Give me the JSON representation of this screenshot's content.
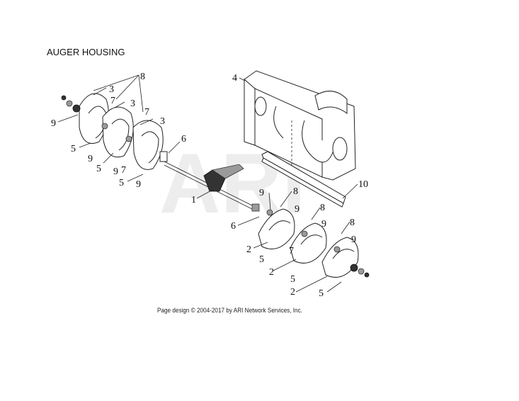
{
  "page": {
    "title": "AUGER HOUSING",
    "copyright": "Page design © 2004-2017 by ARI Network Services, Inc.",
    "watermark": "ARI"
  },
  "callouts": {
    "c1": "1",
    "c2a": "2",
    "c2b": "2",
    "c2c": "2",
    "c3a": "3",
    "c3b": "3",
    "c3c": "3",
    "c4": "4",
    "c5a": "5",
    "c5b": "5",
    "c5c": "5",
    "c5d": "5",
    "c5e": "5",
    "c5f": "5",
    "c6a": "6",
    "c6b": "6",
    "c7a": "7",
    "c7b": "7",
    "c7c": "7",
    "c7d": "7",
    "c8a": "8",
    "c8b": "8",
    "c8c": "8",
    "c8d": "8",
    "c9a": "9",
    "c9b": "9",
    "c9c": "9",
    "c9d": "9",
    "c9e": "9",
    "c9f": "9",
    "c9g": "9",
    "c9h": "9",
    "c10": "10"
  }
}
